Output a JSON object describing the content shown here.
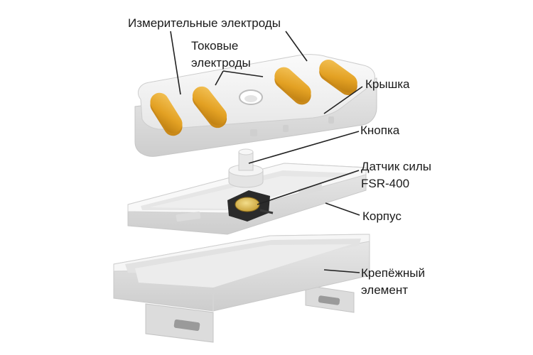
{
  "labels": {
    "measuring_electrodes": "Измерительные электроды",
    "current_electrodes_line1": "Токовые",
    "current_electrodes_line2": "электроды",
    "cover": "Крышка",
    "button": "Кнопка",
    "force_sensor_line1": "Датчик силы",
    "force_sensor_line2": "FSR-400",
    "housing": "Корпус",
    "mount_line1": "Крепёжный",
    "mount_line2": "элемент"
  },
  "colors": {
    "electrode": "#e3a123",
    "plastic": "#f1f1f1",
    "plastic_shadow": "#d2d2d2",
    "leader_line": "#222222",
    "sensor_disc": "#e6c25a"
  }
}
